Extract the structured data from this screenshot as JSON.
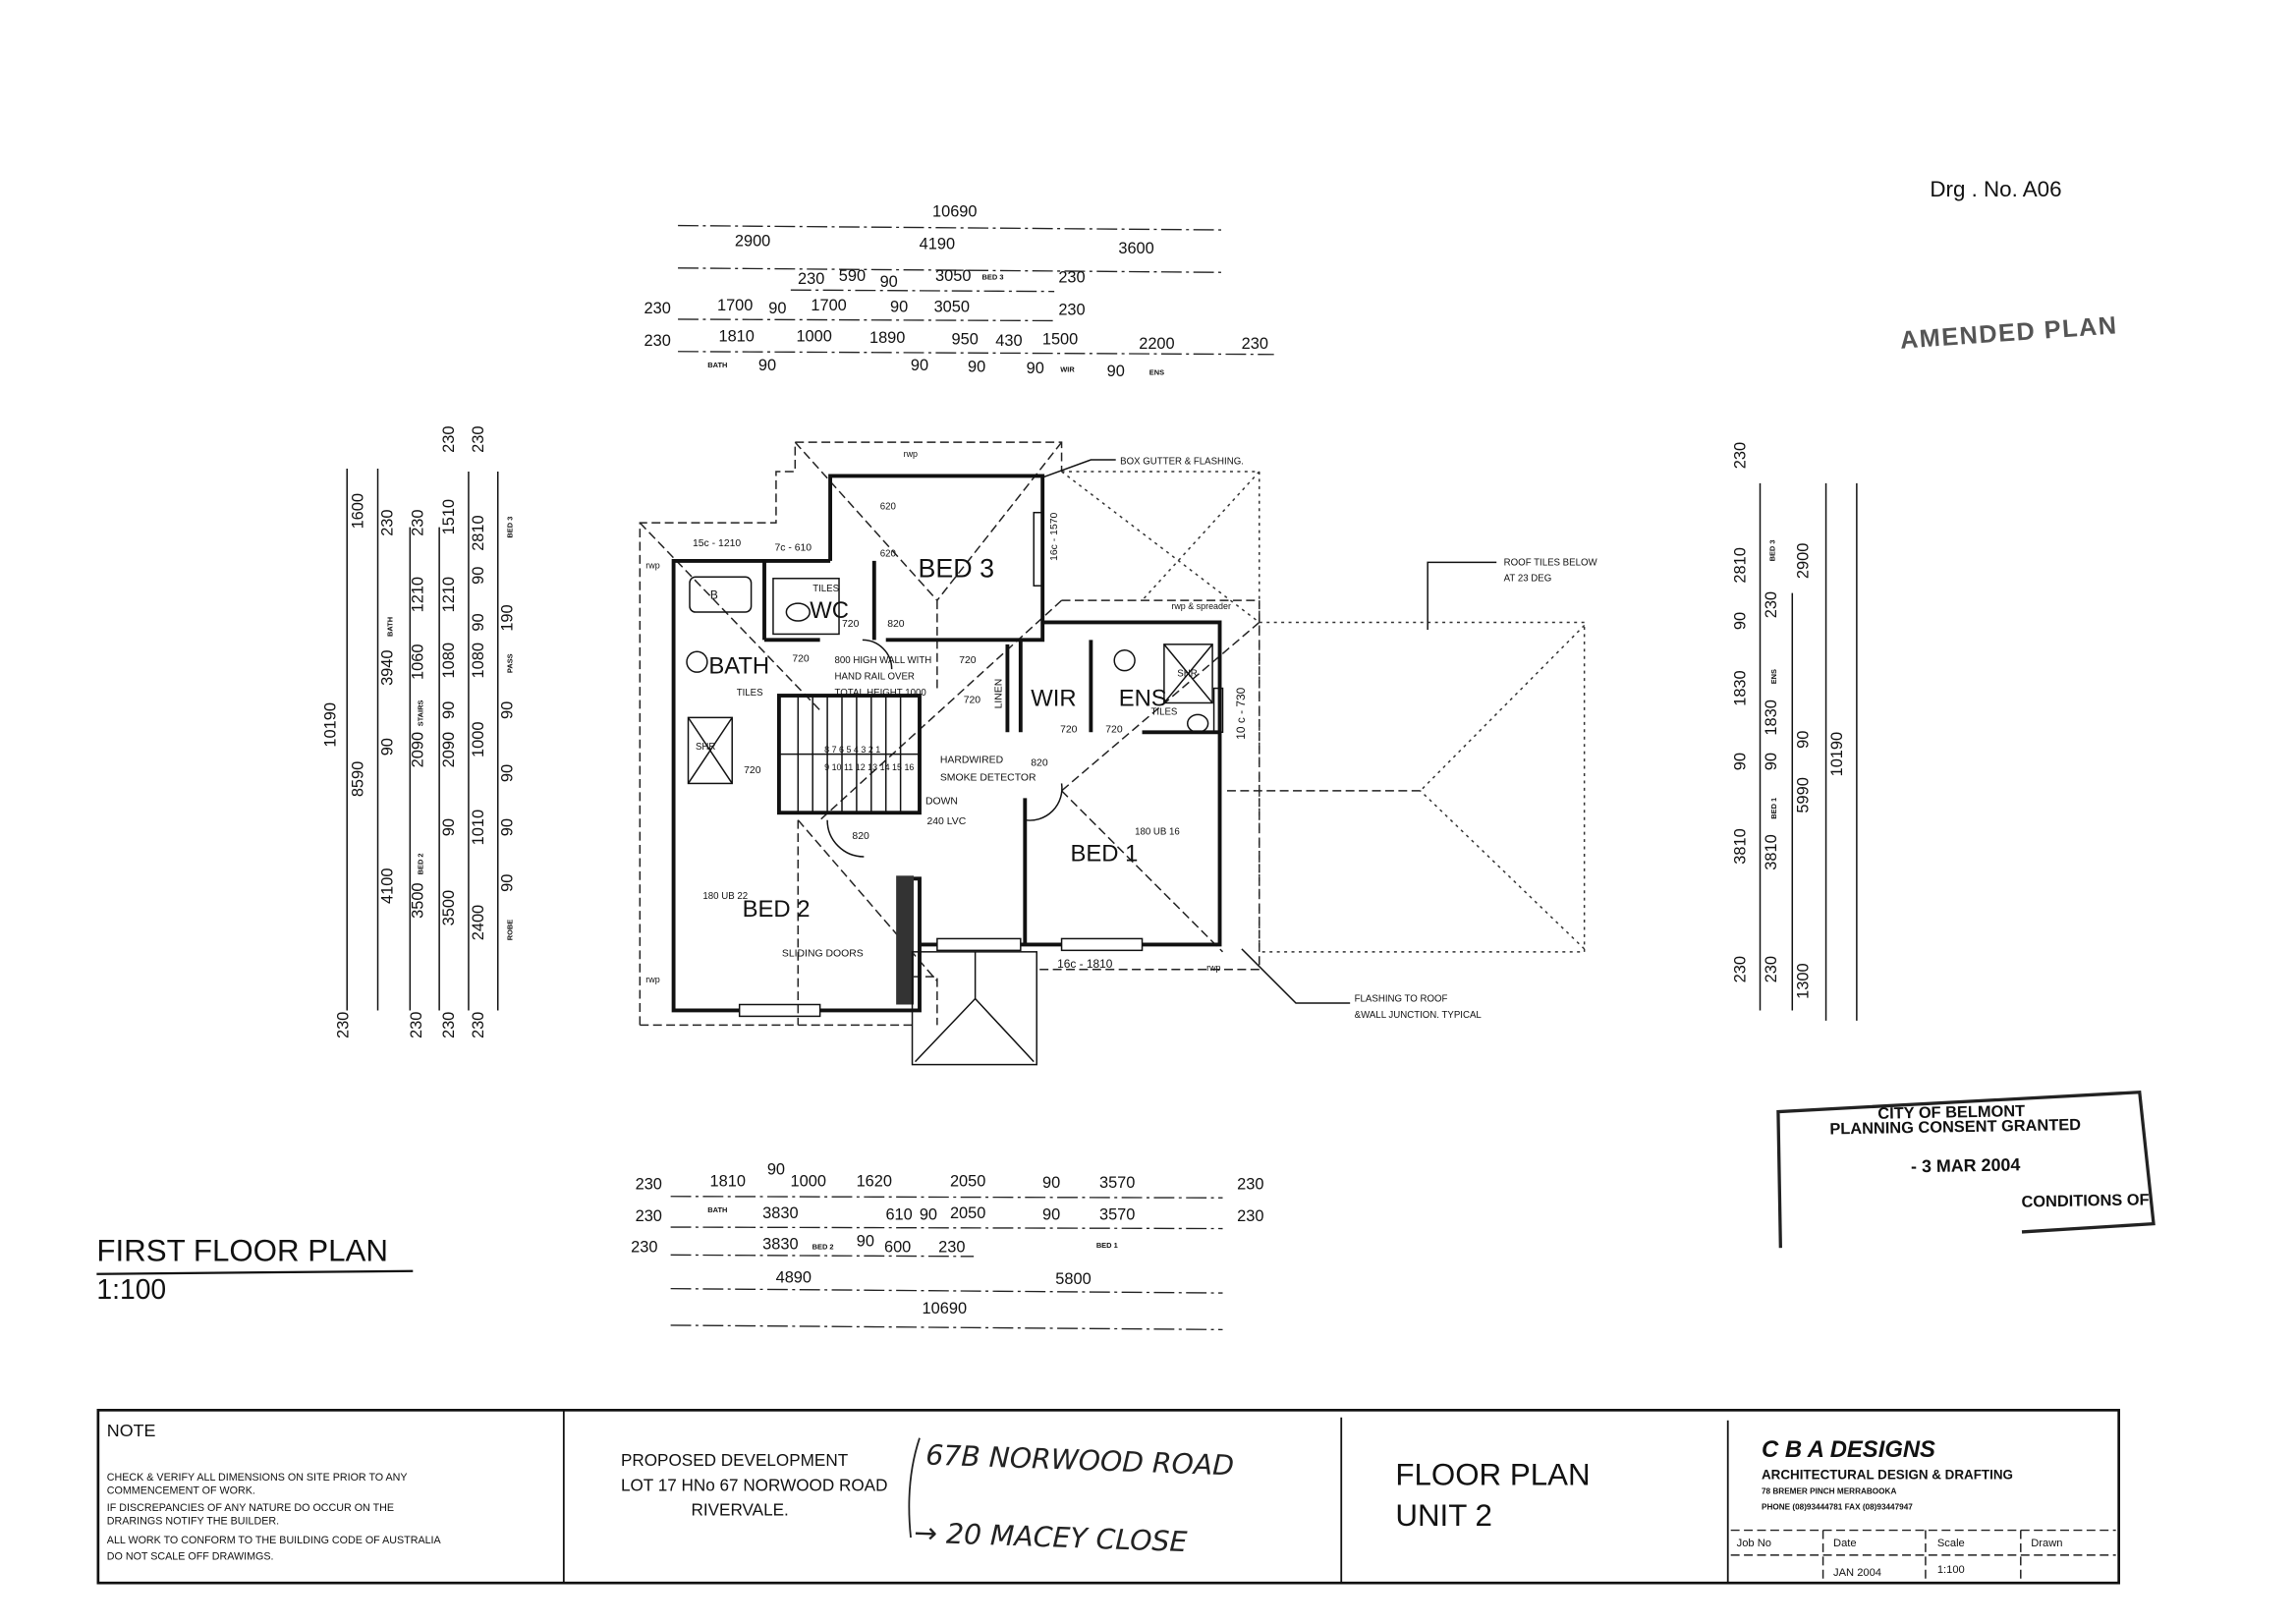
{
  "sheet": {
    "drawing_number": "Drg . No. A06",
    "amended_stamp": "AMENDED PLAN",
    "plan_title": "FIRST  FLOOR PLAN",
    "plan_scale": "1:100"
  },
  "dimensions": {
    "top": [
      "10690",
      "2900",
      "4190",
      "3600",
      "230",
      "590",
      "90",
      "3050",
      "BED 3",
      "230",
      "230",
      "1700",
      "90",
      "1700",
      "90",
      "3050",
      "230",
      "230",
      "1810",
      "1000",
      "1890",
      "950",
      "430",
      "1500",
      "2200",
      "230",
      "BATH",
      "90",
      "90",
      "90",
      "90",
      "WIR",
      "90",
      "ENS"
    ],
    "bottom": [
      "230",
      "1810",
      "90",
      "1000",
      "1620",
      "2050",
      "90",
      "3570",
      "230",
      "230",
      "BATH",
      "3830",
      "610",
      "90",
      "2050",
      "90",
      "3570",
      "230",
      "230",
      "3830",
      "BED 2",
      "90",
      "600",
      "230",
      "BED 1",
      "4890",
      "5800",
      "10690"
    ],
    "left": [
      "10190",
      "1600",
      "8590",
      "230",
      "BATH",
      "3940",
      "90",
      "4100",
      "230",
      "1210",
      "1060",
      "STAIRS",
      "2090",
      "BED 2",
      "3500",
      "230",
      "1510",
      "1210",
      "1080",
      "90",
      "2090",
      "90",
      "3500",
      "230",
      "2810",
      "90",
      "90",
      "1080",
      "1000",
      "1010",
      "2400",
      "BED 3",
      "190",
      "PASS",
      "90",
      "90",
      "90",
      "90",
      "ROBE",
      "230",
      "230",
      "230",
      "230"
    ],
    "right": [
      "230",
      "2810",
      "90",
      "1830",
      "90",
      "3810",
      "230",
      "BED 3",
      "230",
      "ENS",
      "1830",
      "90",
      "BED 1",
      "3810",
      "230",
      "2900",
      "90",
      "5990",
      "1300",
      "10190"
    ]
  },
  "plan_labels": [
    "rwp",
    "BOX GUTTER & FLASHING.",
    "15c - 1210",
    "7c - 610",
    "rwp",
    "620",
    "620",
    "BED 3",
    "16c - 1570",
    "TILES",
    "WC",
    "B",
    "720",
    "820",
    "rwp & spreader",
    "BATH",
    "720",
    "800 HIGH WALL WITH",
    "HAND RAIL OVER",
    "TOTAL HEIGHT 1000",
    "720",
    "TILES",
    "LINEN",
    "WIR",
    "ENS",
    "SHR",
    "TILES",
    "720",
    "10 c - 730",
    "SHR",
    "720",
    "720",
    "720",
    "HARDWIRED",
    "SMOKE DETECTOR",
    "820",
    "DOWN",
    "240 LVC",
    "820",
    "180 UB 16",
    "BED 1",
    "180 UB 22",
    "BED 2",
    "SLIDING DOORS",
    "16c - 1810",
    "rwp",
    "rwp",
    "ROOF TILES BELOW",
    "AT 23 DEG",
    "FLASHING TO ROOF",
    "&WALL JUNCTION. TYPICAL",
    "8 7 6 5 4 3 2 1",
    "9 10 11 12 13 14 15 16"
  ],
  "stamp": {
    "line1": "CITY OF BELMONT",
    "line2": "PLANNING CONSENT GRANTED",
    "date": "- 3 MAR 2004",
    "line4": "CONDITIONS OF"
  },
  "title_block": {
    "note_heading": "NOTE",
    "notes": [
      "CHECK & VERIFY ALL DIMENSIONS ON SITE PRIOR TO ANY",
      "COMMENCEMENT OF WORK.",
      "IF DISCREPANCIES OF ANY NATURE DO OCCUR ON THE",
      "DRARINGS NOTIFY THE BUILDER.",
      "ALL WORK TO CONFORM TO THE BUILDING CODE OF AUSTRALIA",
      "DO NOT SCALE OFF DRAWIMGS."
    ],
    "project": [
      "PROPOSED DEVELOPMENT",
      "LOT 17 HNo 67 NORWOOD ROAD",
      "RIVERVALE."
    ],
    "handwritten": [
      "67B NORWOOD ROAD",
      "→ 20 MACEY CLOSE"
    ],
    "sheet_title": [
      "FLOOR PLAN",
      "UNIT 2"
    ],
    "company": {
      "name": "C B A DESIGNS",
      "subtitle": "ARCHITECTURAL DESIGN & DRAFTING",
      "address": "78 BREMER PINCH MERRABOOKA",
      "phone": "PHONE (08)93444781  FAX (08)93447947"
    },
    "fields": {
      "job_no_label": "Job No",
      "date_label": "Date",
      "scale_label": "Scale",
      "drawn_label": "Drawn",
      "date_value": "JAN 2004",
      "scale_value": "1:100"
    }
  }
}
